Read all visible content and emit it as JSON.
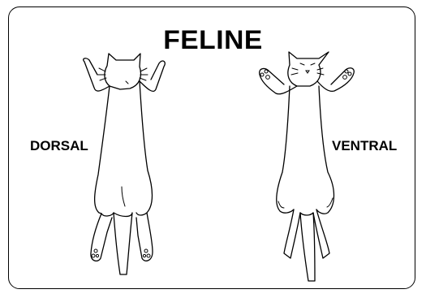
{
  "title": "FELINE",
  "views": {
    "dorsal": {
      "label": "DORSAL"
    },
    "ventral": {
      "label": "VENTRAL"
    }
  },
  "colors": {
    "ink": "#000000",
    "background": "#ffffff"
  },
  "icons": [
    "cat-dorsal-silhouette",
    "cat-ventral-silhouette"
  ]
}
